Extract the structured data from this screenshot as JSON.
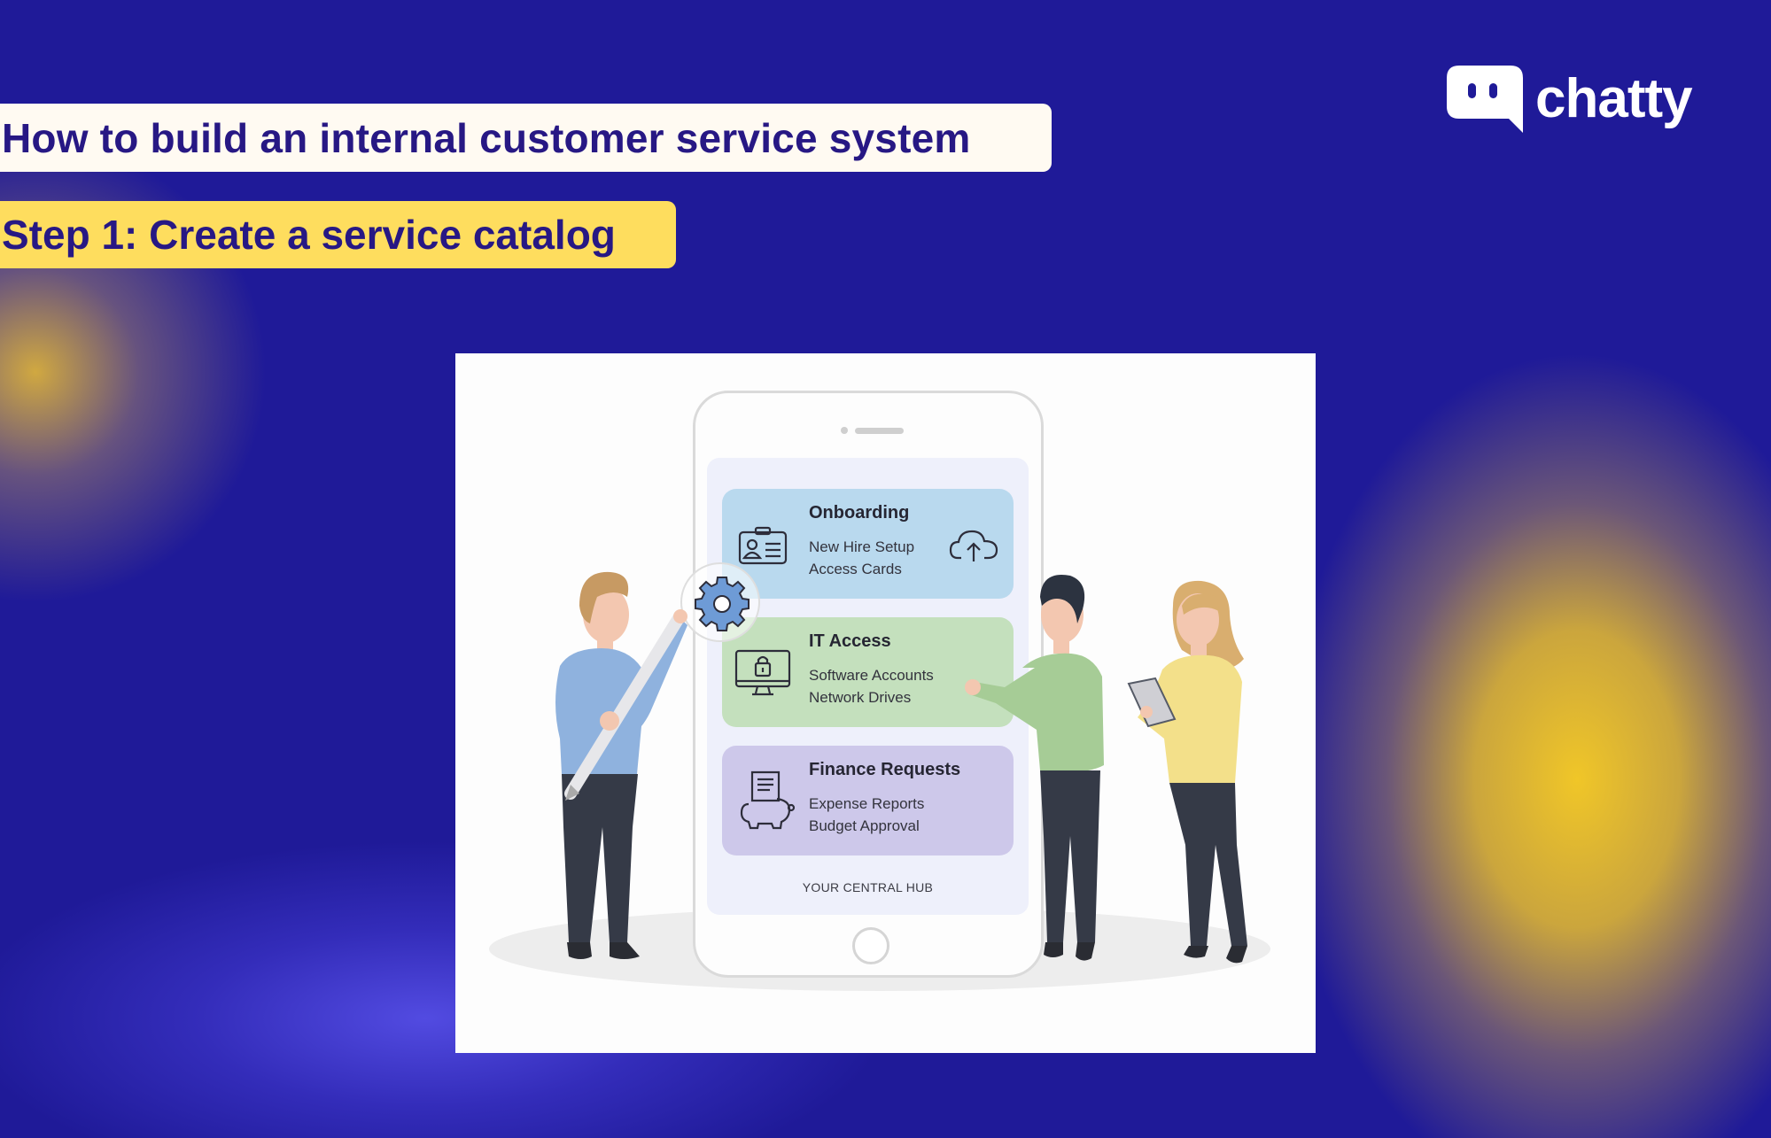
{
  "header": {
    "title": "How to build an internal customer service system",
    "step": "Step 1: Create a service catalog"
  },
  "brand": {
    "name": "chatty",
    "icon": "chat-bubble-icon"
  },
  "colors": {
    "background": "#1f1a98",
    "title_box": "#fffaf2",
    "step_box": "#fedd5e",
    "heading_text": "#271884",
    "glow_yellow": "#f0c628"
  },
  "illustration": {
    "cards": [
      {
        "title": "Onboarding",
        "lines": [
          "New Hire Setup",
          "Access Cards"
        ],
        "icon": "id-badge-icon",
        "extra_icon": "cloud-upload-icon",
        "color": "#b9d9ee"
      },
      {
        "title": "IT Access",
        "lines": [
          "Software Accounts",
          "Network Drives"
        ],
        "icon": "monitor-lock-icon",
        "color": "#c4e0bd"
      },
      {
        "title": "Finance Requests",
        "lines": [
          "Expense Reports",
          "Budget Approval"
        ],
        "icon": "piggy-bank-receipt-icon",
        "color": "#cdc8ea"
      }
    ],
    "footer": "YOUR CENTRAL HUB",
    "gear_icon": "gear-icon"
  }
}
